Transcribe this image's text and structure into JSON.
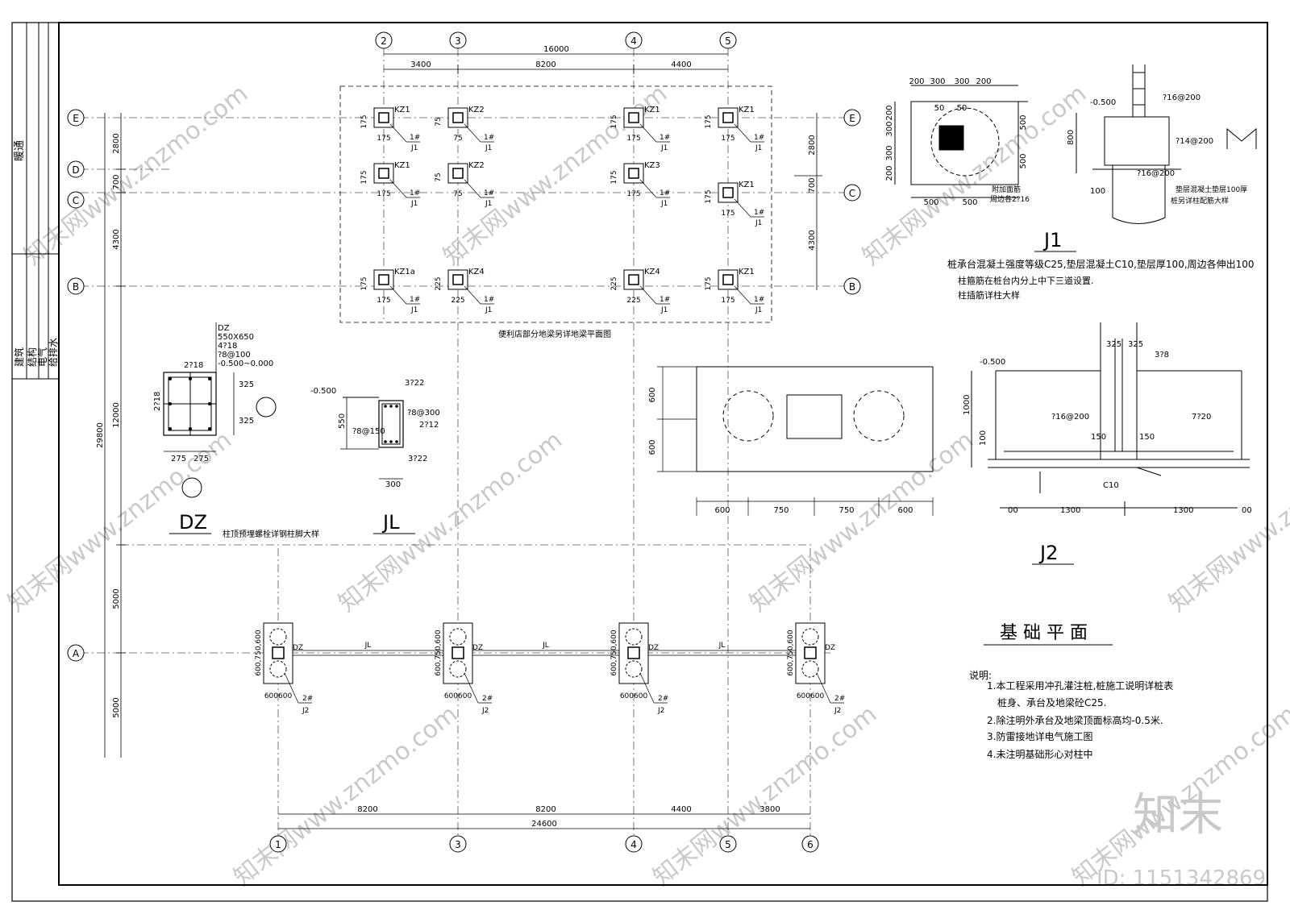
{
  "title_block": {
    "discipline": "暖通",
    "rows": [
      "建筑",
      "结构",
      "电气",
      "给排水"
    ]
  },
  "grid_top": [
    "2",
    "3",
    "4",
    "5"
  ],
  "grid_bottom": [
    "1",
    "3",
    "4",
    "5",
    "6"
  ],
  "grid_left": [
    "E",
    "D",
    "C",
    "B",
    "A"
  ],
  "dims_top": {
    "total": "16000",
    "a": "3400",
    "b": "8200",
    "c": "4400"
  },
  "dims_bottom": {
    "total": "24600",
    "a": "8200",
    "b": "8200",
    "c": "4400",
    "d": "3800"
  },
  "dims_left": {
    "a": "2800",
    "b": "700",
    "c": "4300",
    "d": "12000",
    "e": "5000",
    "f": "5000",
    "total": "29800"
  },
  "dims_right": {
    "a": "2800",
    "b": "700",
    "c": "4300"
  },
  "columns": {
    "kz1": "KZ1",
    "kz2": "KZ2",
    "kz3": "KZ3",
    "kz4": "KZ4",
    "kz1a": "KZ1a",
    "j1_num": "1#",
    "j1": "J1",
    "d175": "175",
    "d75": "75",
    "d225": "225"
  },
  "plan_caption": "便利店部分地梁另详地梁平面图",
  "j1_detail": {
    "dims_top": [
      "200",
      "300",
      "300",
      "200"
    ],
    "dims_left": [
      "200",
      "300",
      "300",
      "200"
    ],
    "dims_right": [
      "500",
      "500"
    ],
    "dims_bottom": [
      "500",
      "500"
    ],
    "inner": [
      "50",
      "50"
    ],
    "rebar_note": "附加面筋",
    "rebar_note2": "周边各2?16",
    "sec_elev": "-0.500",
    "sec_r1": "?16@200",
    "sec_r2": "?14@200",
    "sec_r3": "?16@200",
    "sec_h": "800",
    "sec_100": "100",
    "sec_note": "垫层混凝土垫层100厚",
    "sec_note2": "桩另详柱配筋大样",
    "label": "J1",
    "note1": "桩承台混凝土强度等级C25,垫层混凝土C10,垫层厚100,周边各伸出100",
    "note2": "柱箍筋在桩台内分上中下三道设置.",
    "note3": "柱插筋详柱大样"
  },
  "dz_detail": {
    "spec_title": "DZ",
    "spec_size": "550X650",
    "spec_bars": "4?18",
    "spec_stirrup": "?8@100",
    "spec_elev": "-0.500~0.000",
    "top_bars": "2?18",
    "side_bars": "2?18",
    "dim_325a": "325",
    "dim_325b": "325",
    "dim_275a": "275",
    "dim_275b": "275",
    "label": "DZ",
    "caption": "柱顶预埋螺栓详钢柱脚大样"
  },
  "jl_detail": {
    "elev": "-0.500",
    "top": "3?22",
    "stirrup": "?8@300",
    "mid": "2?12",
    "bottom": "3?22",
    "left_stirrup": "?8@150",
    "h": "550",
    "w": "300",
    "label": "JL"
  },
  "j2_plan": {
    "d600a": "600",
    "d600b": "600",
    "bottom": [
      "600",
      "750",
      "750",
      "600"
    ]
  },
  "j2_section": {
    "elev": "-0.500",
    "d325a": "325",
    "d325b": "325",
    "bar3": "3?8",
    "bar_bottom": "?16@200",
    "bar_right": "7?20",
    "d150a": "150",
    "d150b": "150",
    "d1000": "1000",
    "d100": "100",
    "c10": "C10",
    "dims": [
      "00",
      "1300",
      "1300",
      "00"
    ],
    "label": "J2"
  },
  "foundation": {
    "title": "基 础 平 面",
    "notes_label": "说明:",
    "notes": [
      "1.本工程采用冲孔灌注桩,桩施工说明详桩表",
      "桩身、承台及地梁砼C25.",
      "2.除注明外承台及地梁顶面标高均-0.5米.",
      "3.防雷接地详电气施工图",
      "4.未注明基础形心对柱中"
    ]
  },
  "pile_caps": {
    "dz": "DZ",
    "jl": "JL",
    "num": "2#",
    "j2": "J2",
    "dims_v": "600,750,600",
    "dims_h": "600600"
  },
  "watermark": {
    "logo": "知末",
    "id": "ID: 1151342869",
    "text": "知末网www.znzmo.com"
  }
}
